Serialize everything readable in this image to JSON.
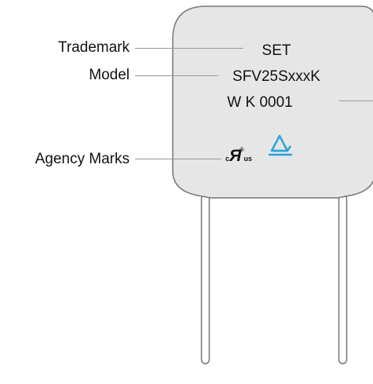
{
  "labels": {
    "trademark": "Trademark",
    "model": "Model",
    "agency_marks": "Agency Marks"
  },
  "marking": {
    "trademark_text": "SET",
    "model_text": "SFV25SxxxK",
    "code_text": "W K 0001"
  },
  "agency": {
    "ul_c": "c",
    "ul_r": "Я",
    "ul_reg": "®",
    "ul_us": "us"
  },
  "colors": {
    "body_fill": "#e6e6e6",
    "outline": "#777777",
    "leader": "#999999",
    "tuv_blue": "#29a3da"
  }
}
